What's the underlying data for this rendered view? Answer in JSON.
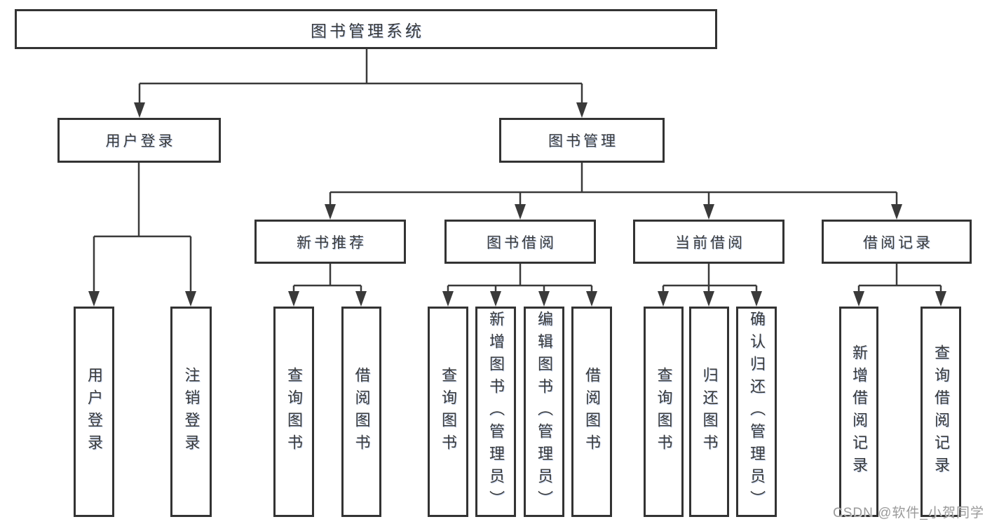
{
  "diagram": {
    "root": {
      "label": "图书管理系统"
    },
    "branches": [
      {
        "label": "用户登录",
        "children": [
          {
            "label": "用户登录"
          },
          {
            "label": "注销登录"
          }
        ]
      },
      {
        "label": "图书管理",
        "children": [
          {
            "label": "新书推荐",
            "children": [
              {
                "label": "查询图书"
              },
              {
                "label": "借阅图书"
              }
            ]
          },
          {
            "label": "图书借阅",
            "children": [
              {
                "label": "查询图书"
              },
              {
                "label": "新增图书（管理员）"
              },
              {
                "label": "编辑图书（管理员）"
              },
              {
                "label": "借阅图书"
              }
            ]
          },
          {
            "label": "当前借阅",
            "children": [
              {
                "label": "查询图书"
              },
              {
                "label": "归还图书"
              },
              {
                "label": "确认归还（管理员）"
              }
            ]
          },
          {
            "label": "借阅记录",
            "children": [
              {
                "label": "新增借阅记录"
              },
              {
                "label": "查询借阅记录"
              }
            ]
          }
        ]
      }
    ]
  },
  "watermark": {
    "label": "CSDN @软件_小贺同学"
  },
  "colors": {
    "line": "#3a3a3a",
    "node_border": "#333333",
    "node_text": "#3a3a3a",
    "background": "#ffffff",
    "watermark_text": "#9a9a9a"
  }
}
